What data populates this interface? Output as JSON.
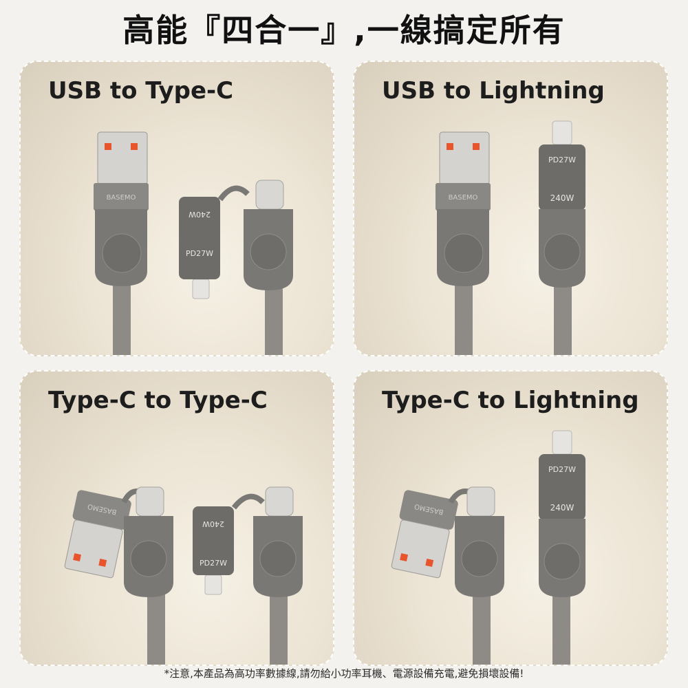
{
  "headline": "高能『四合一』,一線搞定所有",
  "panels": [
    {
      "title": "USB to Type-C"
    },
    {
      "title": "USB to Lightning"
    },
    {
      "title": "Type-C to Type-C"
    },
    {
      "title": "Type-C to Lightning"
    }
  ],
  "labels": {
    "brand": "BASEMO",
    "power_high": "240W",
    "power_low": "PD27W"
  },
  "footnote": "*注意,本產品為高功率數據線,請勿給小功率耳機、電源設備充電,避免損壞設備!",
  "colors": {
    "usb_tip": "#e8542c",
    "body_gray": "#7a7875",
    "metal": "#b8b6b2"
  }
}
